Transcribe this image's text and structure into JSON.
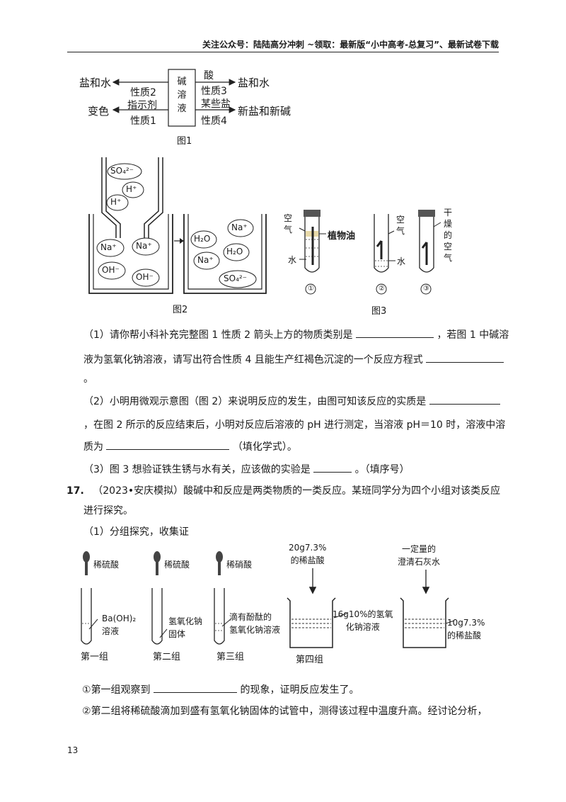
{
  "header": {
    "text": "关注公众号：陆陆高分冲刺 ~领取：最新版“小中高考-总复习”、最新试卷下载"
  },
  "fig1": {
    "center": [
      "碱",
      "溶",
      "液"
    ],
    "left_top_out": "盐和水",
    "left_top_label": "性质2",
    "left_mid_label": "指示剂",
    "left_bottom_out": "变色",
    "left_bottom_label": "性质1",
    "right_top_label1": "酸",
    "right_top_label2": "性质3",
    "right_top_out": "盐和水",
    "right_mid_label": "某些盐",
    "right_bottom_label": "性质4",
    "right_bottom_out": "新盐和新碱",
    "caption": "图1"
  },
  "fig2": {
    "dropper_ions": [
      "SO₄²⁻",
      "H⁺",
      "H⁺"
    ],
    "beaker1_ions": [
      "Na⁺",
      "Na⁺",
      "OH⁻",
      "OH⁻"
    ],
    "beaker2_ions": [
      "H₂O",
      "Na⁺",
      "H₂O",
      "Na⁺",
      "SO₄²⁻"
    ],
    "caption": "图2"
  },
  "fig3": {
    "tube1_air": [
      "空",
      "气"
    ],
    "tube1_oil": "植物油",
    "tube1_water": "水",
    "tube2_air": [
      "空",
      "气"
    ],
    "tube2_water": "水",
    "tube3_dry_air": [
      "干",
      "燥",
      "的",
      "空",
      "气"
    ],
    "labels": [
      "①",
      "②",
      "③"
    ],
    "caption": "图3"
  },
  "q16": {
    "p1_a": "（1）请你帮小科补充完整图 1 性质 2 箭头上方的物质类别是",
    "p1_b": "，若图 1 中碱溶",
    "p1_c": "液为氢氧化钠溶液，请写出符合性质 4 且能生产红褐色沉淀的一个反应方程式",
    "p1_d": "。",
    "p2_a": "（2）小明用微观示意图（图 2）来说明反应的发生，由图可知该反应的实质是",
    "p2_b": "，在图 2 所示的反应结束后，小明对反应后溶液的 pH 进行测定，当溶液 pH＝10 时，溶液中溶",
    "p2_c": "质为",
    "p2_d": "（填化学式）。",
    "p3_a": "（3）图 3 想验证铁生锈与水有关，应该做的实验是",
    "p3_b": "。（填序号）"
  },
  "q17": {
    "num": "17.",
    "stem1": "（2023•安庆模拟）酸碱中和反应是两类物质的一类反应。某班同学分为四个小组对该类反应",
    "stem2": "进行探究。",
    "sub1": "（1）分组探究，收集证"
  },
  "groups": {
    "g1_reagent": "稀硫酸",
    "g1_sol": [
      "Ba(OH)₂",
      "溶液"
    ],
    "g1_name": "第一组",
    "g2_reagent": "稀硫酸",
    "g2_sol": [
      "氢氧化钠",
      "固体"
    ],
    "g2_name": "第二组",
    "g3_reagent": "稀硝酸",
    "g3_sol": [
      "滴有酚酞的",
      "氢氧化钠溶液"
    ],
    "g3_name": "第三组",
    "g4_top": [
      "20g7.3%",
      "的稀盐酸"
    ],
    "g4_sol": [
      "16g10%的氢氧",
      "化钠溶液"
    ],
    "g4_name": "第四组",
    "g5_top": [
      "一定量的",
      "澄清石灰水"
    ],
    "g5_sol": [
      "10g7.3%",
      "的稀盐酸"
    ]
  },
  "obs": {
    "o1_num": "①",
    "o1_a": "第一组观察到",
    "o1_b": "的现象，证明反应发生了。",
    "o2_num": "②",
    "o2_text": "第二组将稀硫酸滴加到盛有氢氧化钠固体的试管中，测得该过程中温度升高。经讨论分析，"
  },
  "page_number": "13"
}
